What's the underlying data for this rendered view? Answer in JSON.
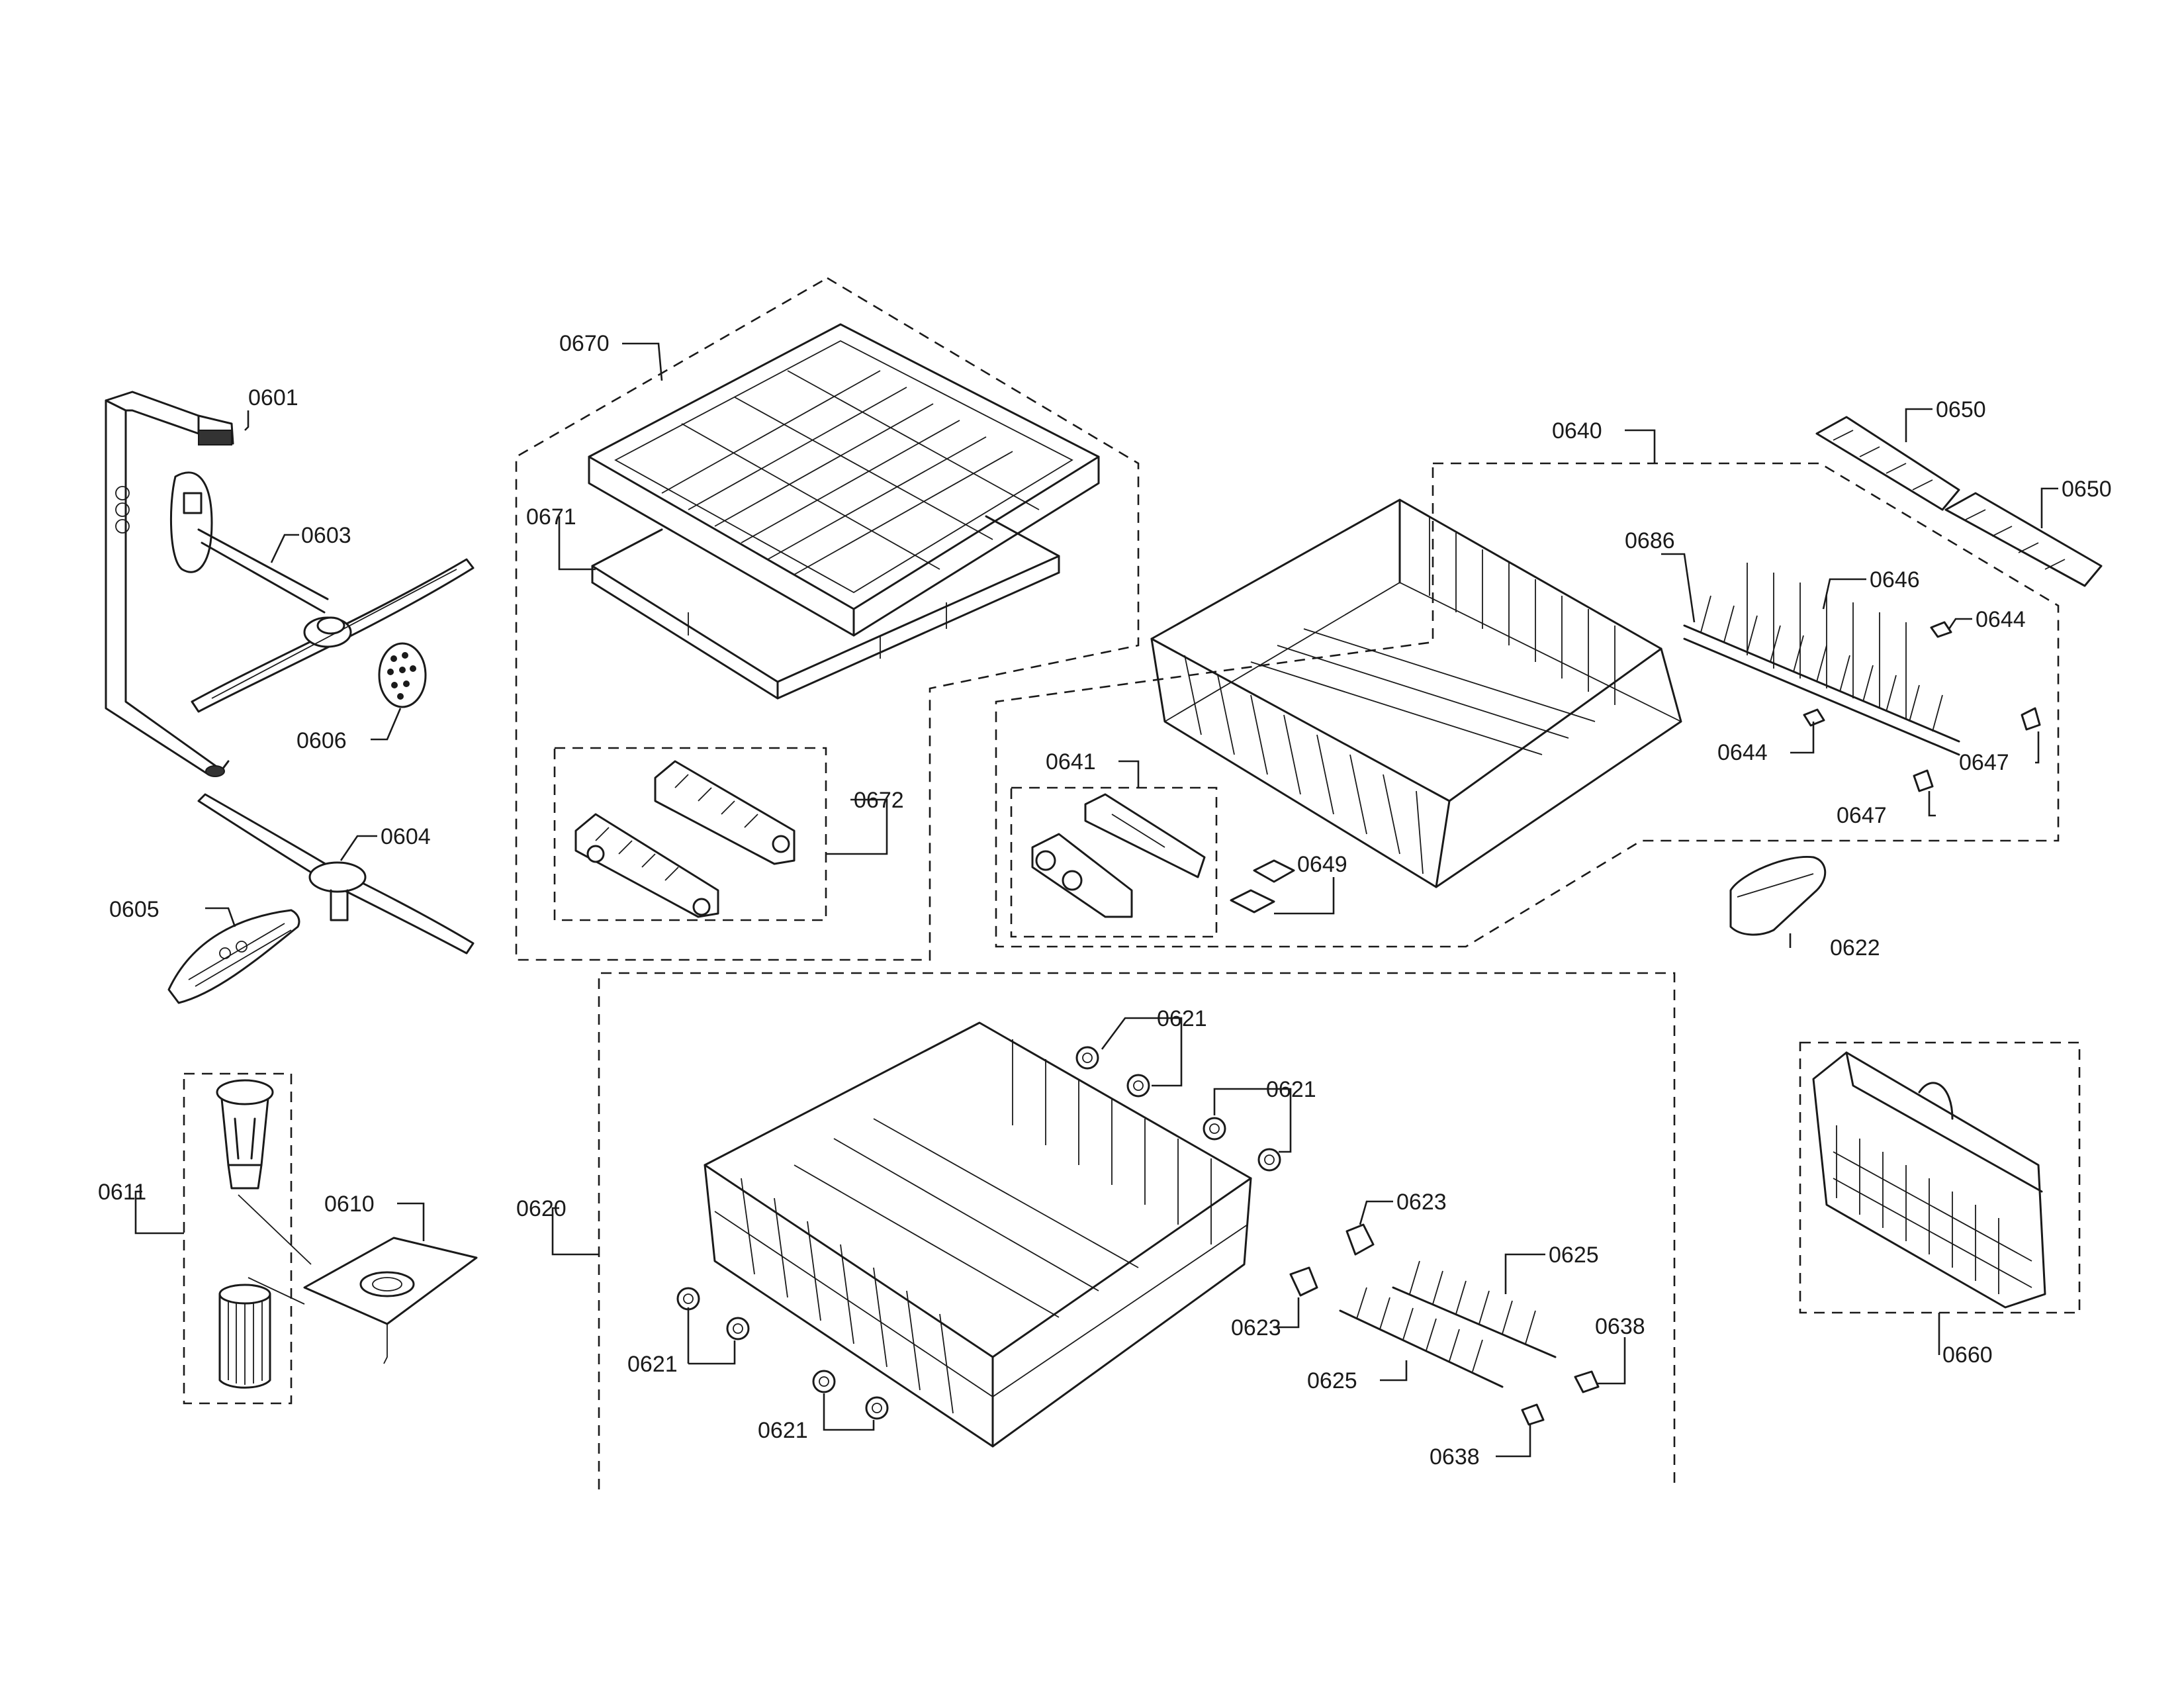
{
  "diagram": {
    "labels": {
      "p0601": "0601",
      "p0603": "0603",
      "p0606": "0606",
      "p0604": "0604",
      "p0605": "0605",
      "p0611": "0611",
      "p0610": "0610",
      "p0670": "0670",
      "p0671": "0671",
      "p0672": "0672",
      "p0640": "0640",
      "p0641": "0641",
      "p0649": "0649",
      "p0686": "0686",
      "p0646": "0646",
      "p0644a": "0644",
      "p0644b": "0644",
      "p0647a": "0647",
      "p0647b": "0647",
      "p0650a": "0650",
      "p0650b": "0650",
      "p0622": "0622",
      "p0620": "0620",
      "p0621a": "0621",
      "p0621b": "0621",
      "p0621c": "0621",
      "p0621d": "0621",
      "p0623a": "0623",
      "p0623b": "0623",
      "p0625a": "0625",
      "p0625b": "0625",
      "p0638a": "0638",
      "p0638b": "0638",
      "p0660": "0660"
    },
    "colors": {
      "ink": "#1a1a1a",
      "background": "#ffffff"
    }
  }
}
